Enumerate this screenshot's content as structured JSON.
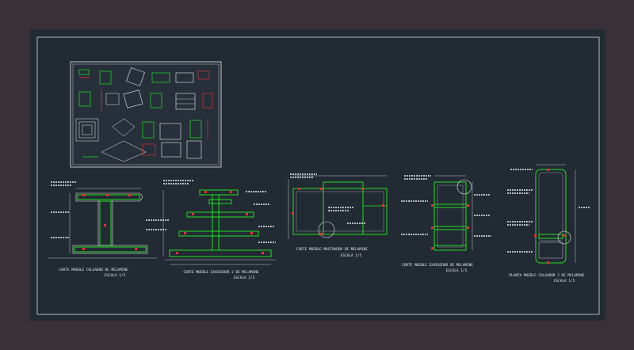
{
  "colors": {
    "page": "#3a3138",
    "sheet": "#222a33",
    "border": "#d9dde2",
    "thumb_bg": "#27303a",
    "green": "#21e021",
    "red": "#f03030",
    "white": "#e6e9ec",
    "cyan": "#35d0e0",
    "yellow": "#e8e050"
  },
  "drawings": [
    {
      "title": "CORTE MUEBLE COLGADOR DE MELAMINE",
      "scale": "ESCALA 1/5"
    },
    {
      "title": "CORTE MUEBLE EXHIBIDOR 2 DE MELAMINE",
      "scale": "ESCALA 1/5"
    },
    {
      "title": "CORTE MUEBLE MOSTRADOR DE MELAMINE",
      "scale": "ESCALA 1/5"
    },
    {
      "title": "CORTE MUEBLE EXHIBIDOR DE MELAMINE",
      "scale": "ESCALA 1/5"
    },
    {
      "title": "PLANTA MUEBLE COLGADOR 2 DE MELAMINE",
      "scale": "ESCALA 1/5"
    }
  ]
}
